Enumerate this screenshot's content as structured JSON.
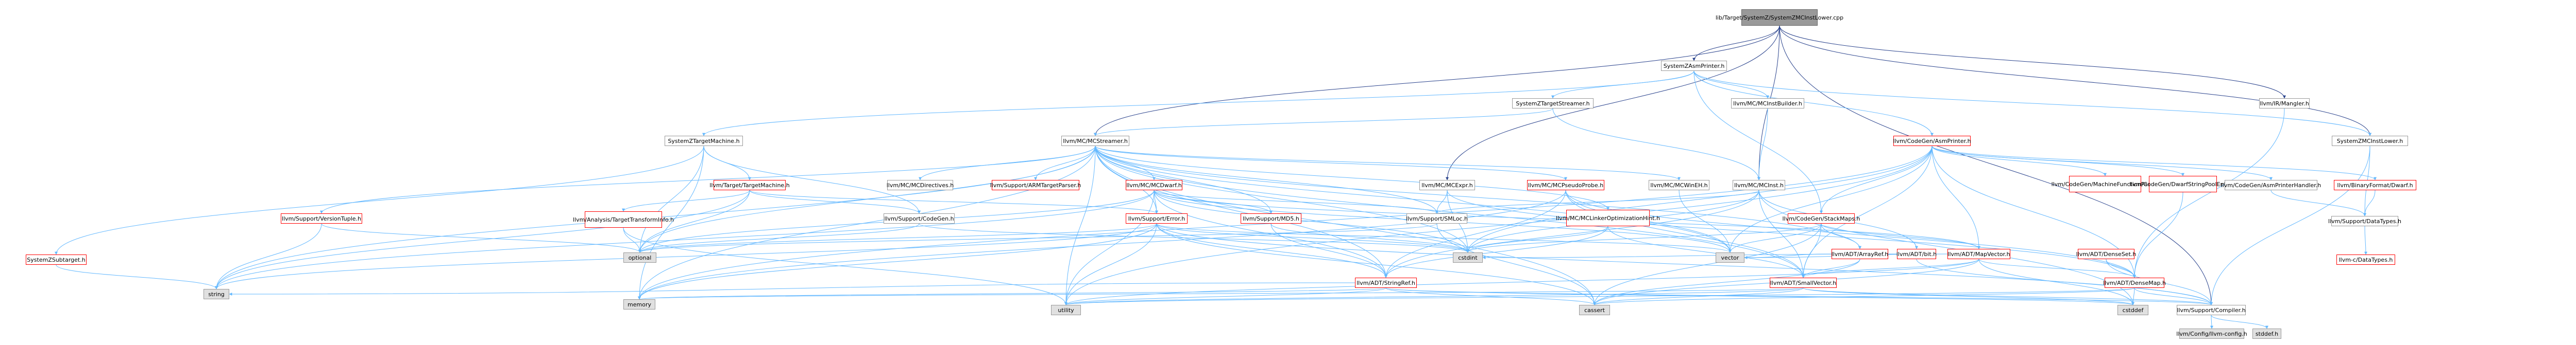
{
  "nodes": {
    "root": "lib/Target/SystemZ/SystemZMCInstLower.cpp",
    "asm_printer": "SystemZAsmPrinter.h",
    "target_streamer": "SystemZTargetStreamer.h",
    "mc_inst_builder": "llvm/MC/MCInstBuilder.h",
    "ir_mangler": "llvm/IR/Mangler.h",
    "mc_inst_lower": "SystemZMCInstLower.h",
    "target_machine": "SystemZTargetMachine.h",
    "mc_streamer": "llvm/MC/MCStreamer.h",
    "codegen_asm_printer": "llvm/CodeGen/AsmPrinter.h",
    "subtarget": "SystemZSubtarget.h",
    "support_version_tuple": "llvm/Support/VersionTuple.h",
    "analysis_target_transform": "llvm/Analysis/TargetTransformInfo.h",
    "target_target_machine": "llvm/Target/TargetMachine.h",
    "support_codegen": "llvm/Support/CodeGen.h",
    "mc_directives": "llvm/MC/MCDirectives.h",
    "support_arm_target_parser": "llvm/Support/ARMTargetParser.h",
    "mc_dwarf": "llvm/MC/MCDwarf.h",
    "support_error": "llvm/Support/Error.h",
    "support_md5": "llvm/Support/MD5.h",
    "support_smloc": "llvm/Support/SMLoc.h",
    "mc_expr": "llvm/MC/MCExpr.h",
    "mc_pseudo_probe": "llvm/MC/MCPseudoProbe.h",
    "mc_linker_opt_hint": "llvm/MC/MCLinkerOptimizationHint.h",
    "mc_win_eh": "llvm/MC/MCWinEH.h",
    "mc_inst": "llvm/MC/MCInst.h",
    "codegen_stack_maps": "llvm/CodeGen/StackMaps.h",
    "adt_array_ref": "llvm/ADT/ArrayRef.h",
    "adt_bit": "llvm/ADT/bit.h",
    "adt_map_vector": "llvm/ADT/MapVector.h",
    "codegen_mf_pass": "llvm/CodeGen/MachineFunctionPass.h",
    "codegen_dwarf_string_pool": "llvm/CodeGen/DwarfStringPoolEntry.h",
    "codegen_asm_printer_handler": "llvm/CodeGen/AsmPrinterHandler.h",
    "binary_format_dwarf": "llvm/BinaryFormat/Dwarf.h",
    "adt_dense_set": "llvm/ADT/DenseSet.h",
    "adt_dense_map": "llvm/ADT/DenseMap.h",
    "support_data_types": "llvm/Support/DataTypes.h",
    "llvm_c_data_types": "llvm-c/DataTypes.h",
    "adt_string_ref": "llvm/ADT/StringRef.h",
    "adt_small_vector": "llvm/ADT/SmallVector.h",
    "support_compiler": "llvm/Support/Compiler.h",
    "config_llvm_config": "llvm/Config/llvm-config.h",
    "std_optional": "optional",
    "std_cstdint": "cstdint",
    "std_vector": "vector",
    "std_string": "string",
    "std_memory": "memory",
    "std_utility": "utility",
    "std_cassert": "cassert",
    "std_cstddef": "cstddef",
    "std_stddef": "stddef.h"
  },
  "colors": {
    "edge": "#63b8ff",
    "edge_dark": "#27408b",
    "node_border": "#999999",
    "node_border_truncated": "#ff0000",
    "root_fill": "#999999",
    "system_fill": "#e0e0e0"
  }
}
